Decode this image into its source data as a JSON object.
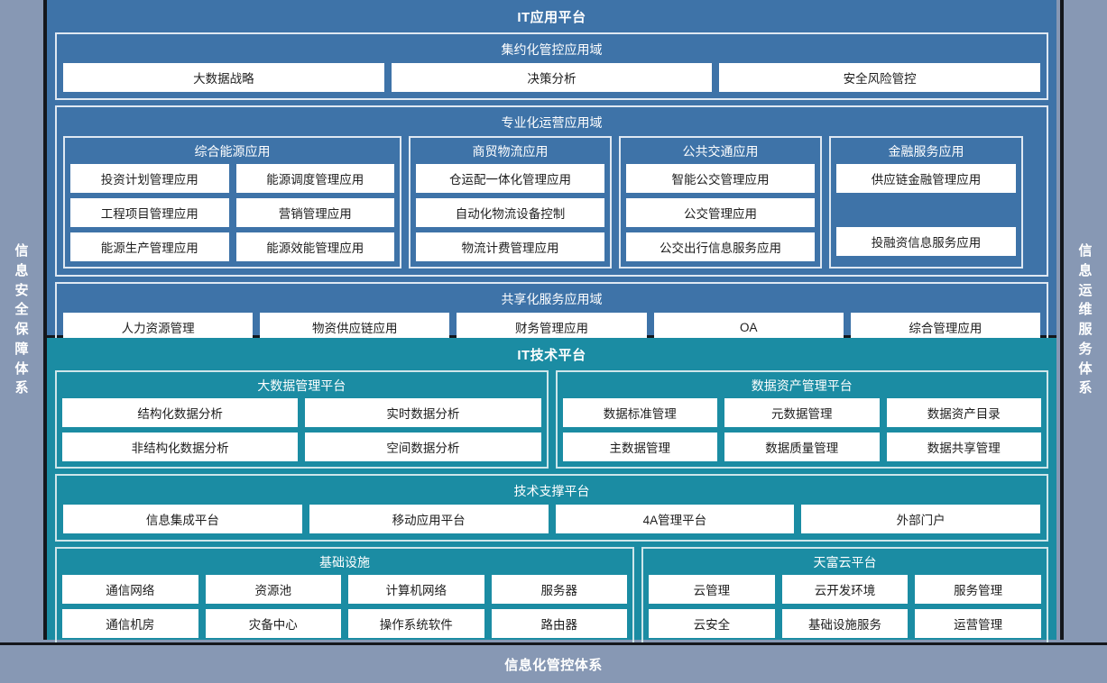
{
  "side_panels": {
    "left": {
      "label": "信息安全保障体系"
    },
    "right": {
      "label": "信息运维服务体系"
    }
  },
  "bottom_bar": {
    "label": "信息化管控体系"
  },
  "colors": {
    "application_platform": "#3e73a8",
    "technology_platform": "#1b8ca3",
    "side_panel": "#8798b4",
    "chip_background": "#ffffff",
    "outline": "#dfe8f2",
    "divider": "#14171c"
  },
  "application_platform": {
    "title": "IT应用平台",
    "domains": [
      {
        "title": "集约化管控应用域",
        "items": [
          "大数据战略",
          "决策分析",
          "安全风险管控"
        ]
      },
      {
        "title": "专业化运营应用域",
        "subgroups": [
          {
            "title": "综合能源应用",
            "rows": [
              [
                "投资计划管理应用",
                "能源调度管理应用"
              ],
              [
                "工程项目管理应用",
                "营销管理应用"
              ],
              [
                "能源生产管理应用",
                "能源效能管理应用"
              ]
            ]
          },
          {
            "title": "商贸物流应用",
            "rows": [
              [
                "仓运配一体化管理应用"
              ],
              [
                "自动化物流设备控制"
              ],
              [
                "物流计费管理应用"
              ]
            ]
          },
          {
            "title": "公共交通应用",
            "rows": [
              [
                "智能公交管理应用"
              ],
              [
                "公交管理应用"
              ],
              [
                "公交出行信息服务应用"
              ]
            ]
          },
          {
            "title": "金融服务应用",
            "rows": [
              [
                "供应链金融管理应用"
              ],
              [
                ""
              ],
              [
                "投融资信息服务应用"
              ]
            ]
          }
        ]
      },
      {
        "title": "共享化服务应用域",
        "items": [
          "人力资源管理",
          "物资供应链应用",
          "财务管理应用",
          "OA",
          "综合管理应用"
        ]
      }
    ]
  },
  "technology_platform": {
    "title": "IT技术平台",
    "rows": [
      {
        "subgroups": [
          {
            "title": "大数据管理平台",
            "rows": [
              [
                "结构化数据分析",
                "实时数据分析"
              ],
              [
                "非结构化数据分析",
                "空间数据分析"
              ]
            ]
          },
          {
            "title": "数据资产管理平台",
            "rows": [
              [
                "数据标准管理",
                "元数据管理",
                "数据资产目录"
              ],
              [
                "主数据管理",
                "数据质量管理",
                "数据共享管理"
              ]
            ]
          }
        ]
      },
      {
        "domain": {
          "title": "技术支撑平台",
          "items": [
            "信息集成平台",
            "移动应用平台",
            "4A管理平台",
            "外部门户"
          ]
        }
      },
      {
        "subgroups": [
          {
            "title": "基础设施",
            "rows": [
              [
                "通信网络",
                "资源池",
                "计算机网络",
                "服务器"
              ],
              [
                "通信机房",
                "灾备中心",
                "操作系统软件",
                "路由器"
              ]
            ]
          },
          {
            "title": "天富云平台",
            "rows": [
              [
                "云管理",
                "云开发环境",
                "服务管理"
              ],
              [
                "云安全",
                "基础设施服务",
                "运营管理"
              ]
            ]
          }
        ]
      }
    ]
  }
}
